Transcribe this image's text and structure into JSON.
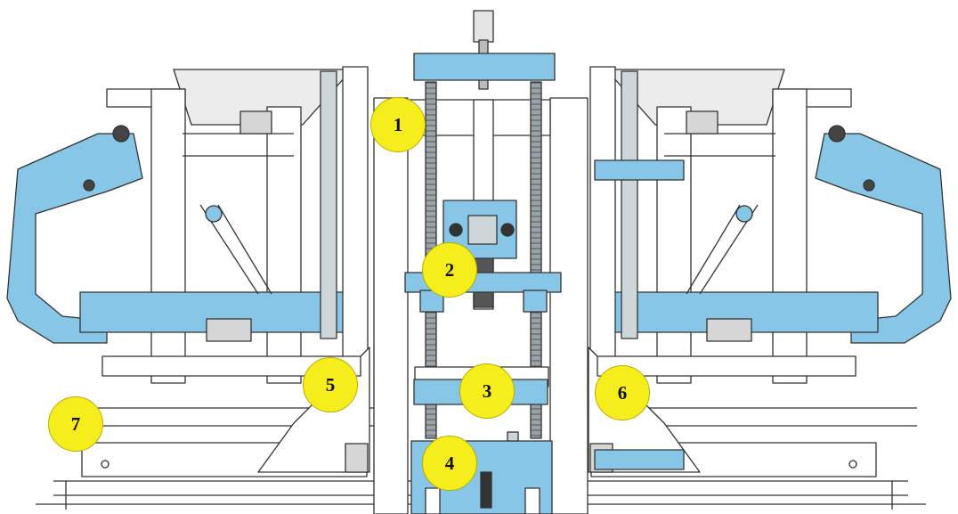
{
  "diagram": {
    "markers": [
      {
        "id": "1",
        "label": "1"
      },
      {
        "id": "2",
        "label": "2"
      },
      {
        "id": "3",
        "label": "3"
      },
      {
        "id": "4",
        "label": "4"
      },
      {
        "id": "5",
        "label": "5"
      },
      {
        "id": "6",
        "label": "6"
      },
      {
        "id": "7",
        "label": "7"
      }
    ],
    "colors": {
      "machine_blue": "#87c6e6",
      "frame_outline": "#333333",
      "marker_fill": "#f6ee1c",
      "frame_fill": "#ffffff",
      "hopper_fill": "#ececec"
    }
  }
}
